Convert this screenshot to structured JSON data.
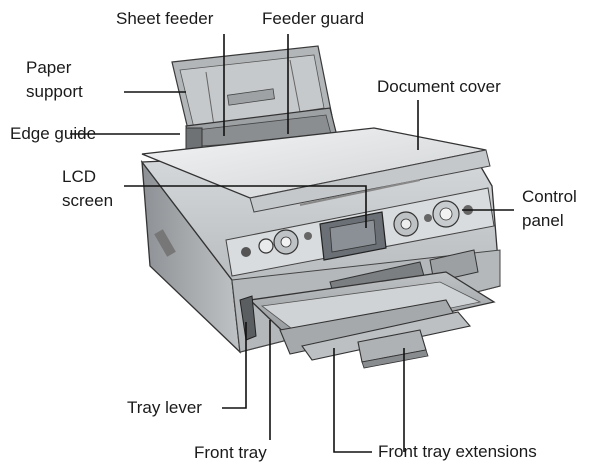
{
  "figure": {
    "labels": {
      "sheet_feeder": "Sheet feeder",
      "feeder_guard": "Feeder guard",
      "paper_support_1": "Paper",
      "paper_support_2": "support",
      "document_cover": "Document cover",
      "edge_guide": "Edge guide",
      "lcd_1": "LCD",
      "lcd_2": "screen",
      "control_panel_1": "Control",
      "control_panel_2": "panel",
      "tray_lever": "Tray lever",
      "front_tray": "Front tray",
      "front_tray_extensions": "Front tray extensions"
    }
  }
}
